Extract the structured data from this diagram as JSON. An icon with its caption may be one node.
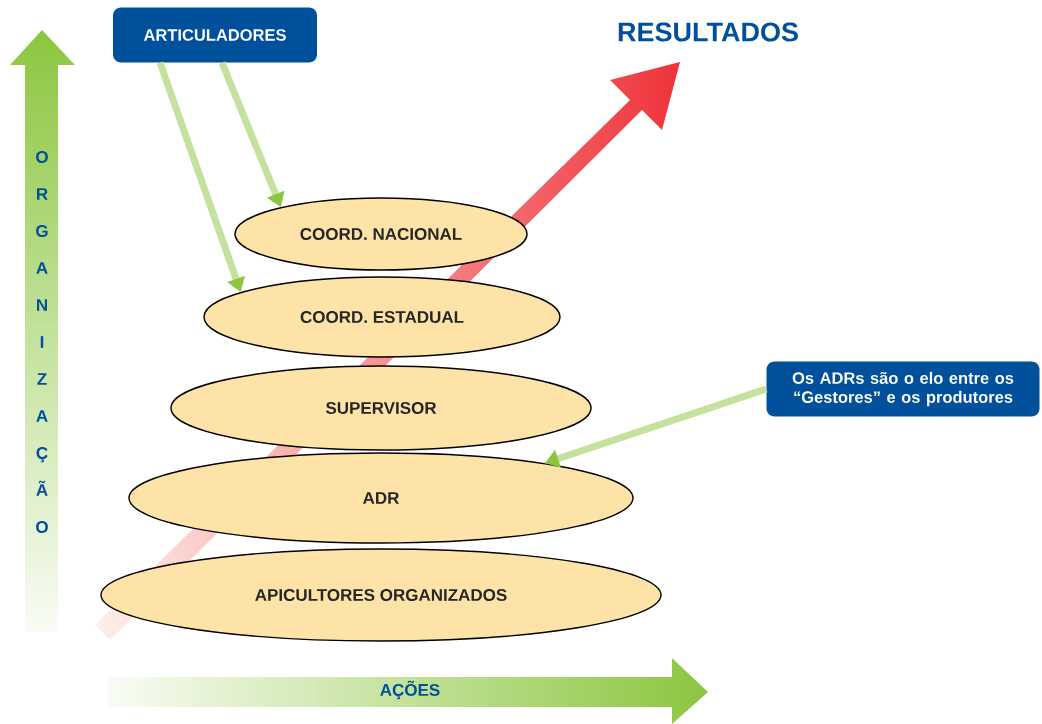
{
  "diagram": {
    "nodes": [
      {
        "text": [
          "ARTICULADORES"
        ]
      },
      {
        "text": [
          "COORD. NACIONAL"
        ]
      },
      {
        "text": [
          "COORD. ESTADUAL"
        ]
      },
      {
        "text": [
          "SUPERVISOR"
        ]
      },
      {
        "text": [
          "ADR"
        ]
      },
      {
        "text": [
          "APICULTORES ORGANIZADOS"
        ]
      },
      {
        "text": [
          "Os ADRs são o elo entre os “Gestores” e os produtores"
        ]
      }
    ],
    "edges": [
      {
        "from": 0,
        "to": 1,
        "arrow": "to"
      },
      {
        "from": 0,
        "to": 2,
        "arrow": "to"
      },
      {
        "from": 6,
        "to": 4,
        "arrow": "to"
      }
    ],
    "labels": [
      "RESULTADOS",
      "ORGANIZAÇÃO",
      "AÇÕES"
    ]
  }
}
